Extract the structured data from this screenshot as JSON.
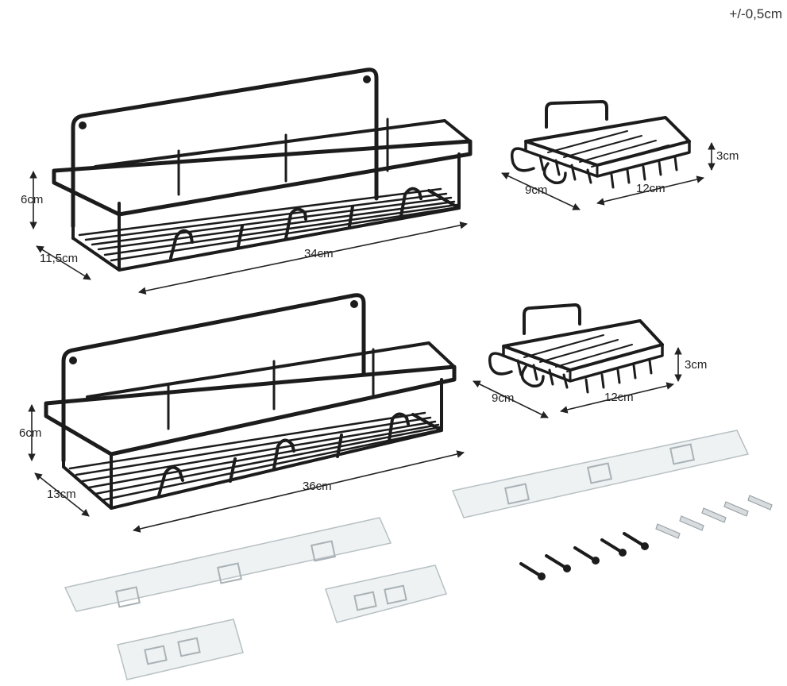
{
  "tolerance": "+/-0,5cm",
  "colors": {
    "metal": "#1c1c1c",
    "arrow": "#222222",
    "pad": "#e9eef0",
    "pad_edge": "#b8c0c4"
  },
  "shelves": {
    "upper": {
      "height": "6cm",
      "depth": "11,5cm",
      "length": "34cm"
    },
    "lower": {
      "height": "6cm",
      "depth": "13cm",
      "length": "36cm"
    }
  },
  "soap_dishes": {
    "upper": {
      "height": "3cm",
      "depth": "9cm",
      "length": "12cm"
    },
    "lower": {
      "height": "3cm",
      "depth": "9cm",
      "length": "12cm"
    }
  }
}
